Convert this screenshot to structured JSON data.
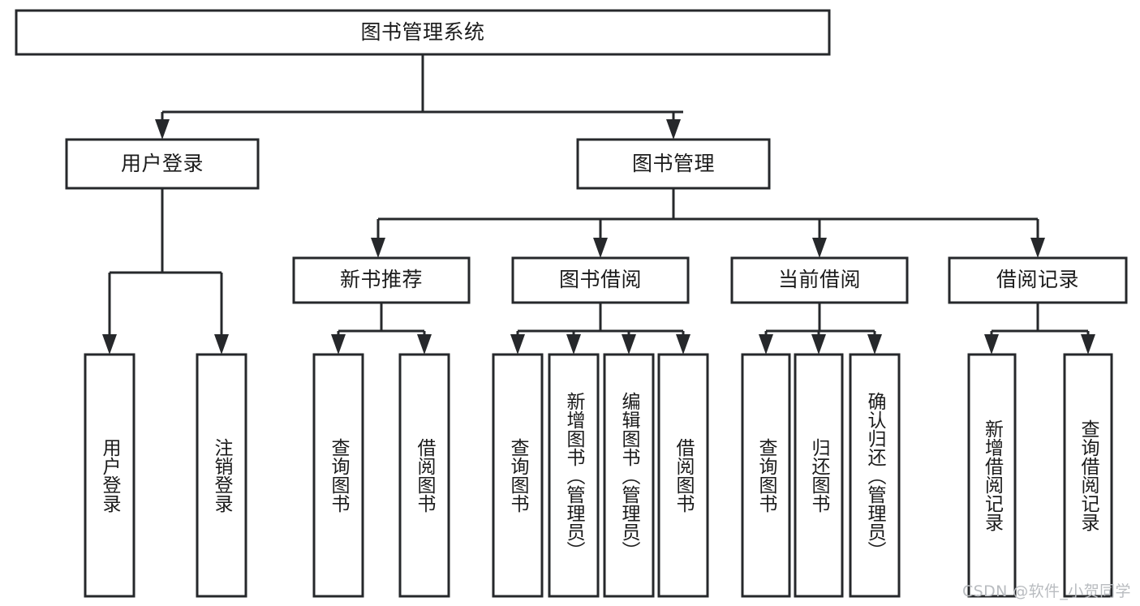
{
  "diagram": {
    "type": "tree-hierarchy",
    "title": "图书管理系统",
    "orientation": "top-down",
    "colors": {
      "box_stroke": "#26282b",
      "box_fill": "#ffffff",
      "text": "#1b1b1b",
      "background": "#ffffff",
      "watermark": "#b9bcc0"
    },
    "root": {
      "label": "图书管理系统"
    },
    "level2": [
      {
        "label": "用户登录"
      },
      {
        "label": "图书管理"
      }
    ],
    "level3": [
      {
        "label": "新书推荐"
      },
      {
        "label": "图书借阅"
      },
      {
        "label": "当前借阅"
      },
      {
        "label": "借阅记录"
      }
    ],
    "leaves": {
      "user_login": [
        {
          "label": "用户登录"
        },
        {
          "label": "注销登录"
        }
      ],
      "new_book_recommend": [
        {
          "label": "查询图书"
        },
        {
          "label": "借阅图书"
        }
      ],
      "book_borrow": [
        {
          "label": "查询图书"
        },
        {
          "label": "新增图书（管理员）"
        },
        {
          "label": "编辑图书（管理员）"
        },
        {
          "label": "借阅图书"
        }
      ],
      "current_borrow": [
        {
          "label": "查询图书"
        },
        {
          "label": "归还图书"
        },
        {
          "label": "确认归还（管理员）"
        }
      ],
      "borrow_record": [
        {
          "label": "新增借阅记录"
        },
        {
          "label": "查询借阅记录"
        }
      ]
    },
    "watermark": "CSDN @软件_小贺同学"
  }
}
